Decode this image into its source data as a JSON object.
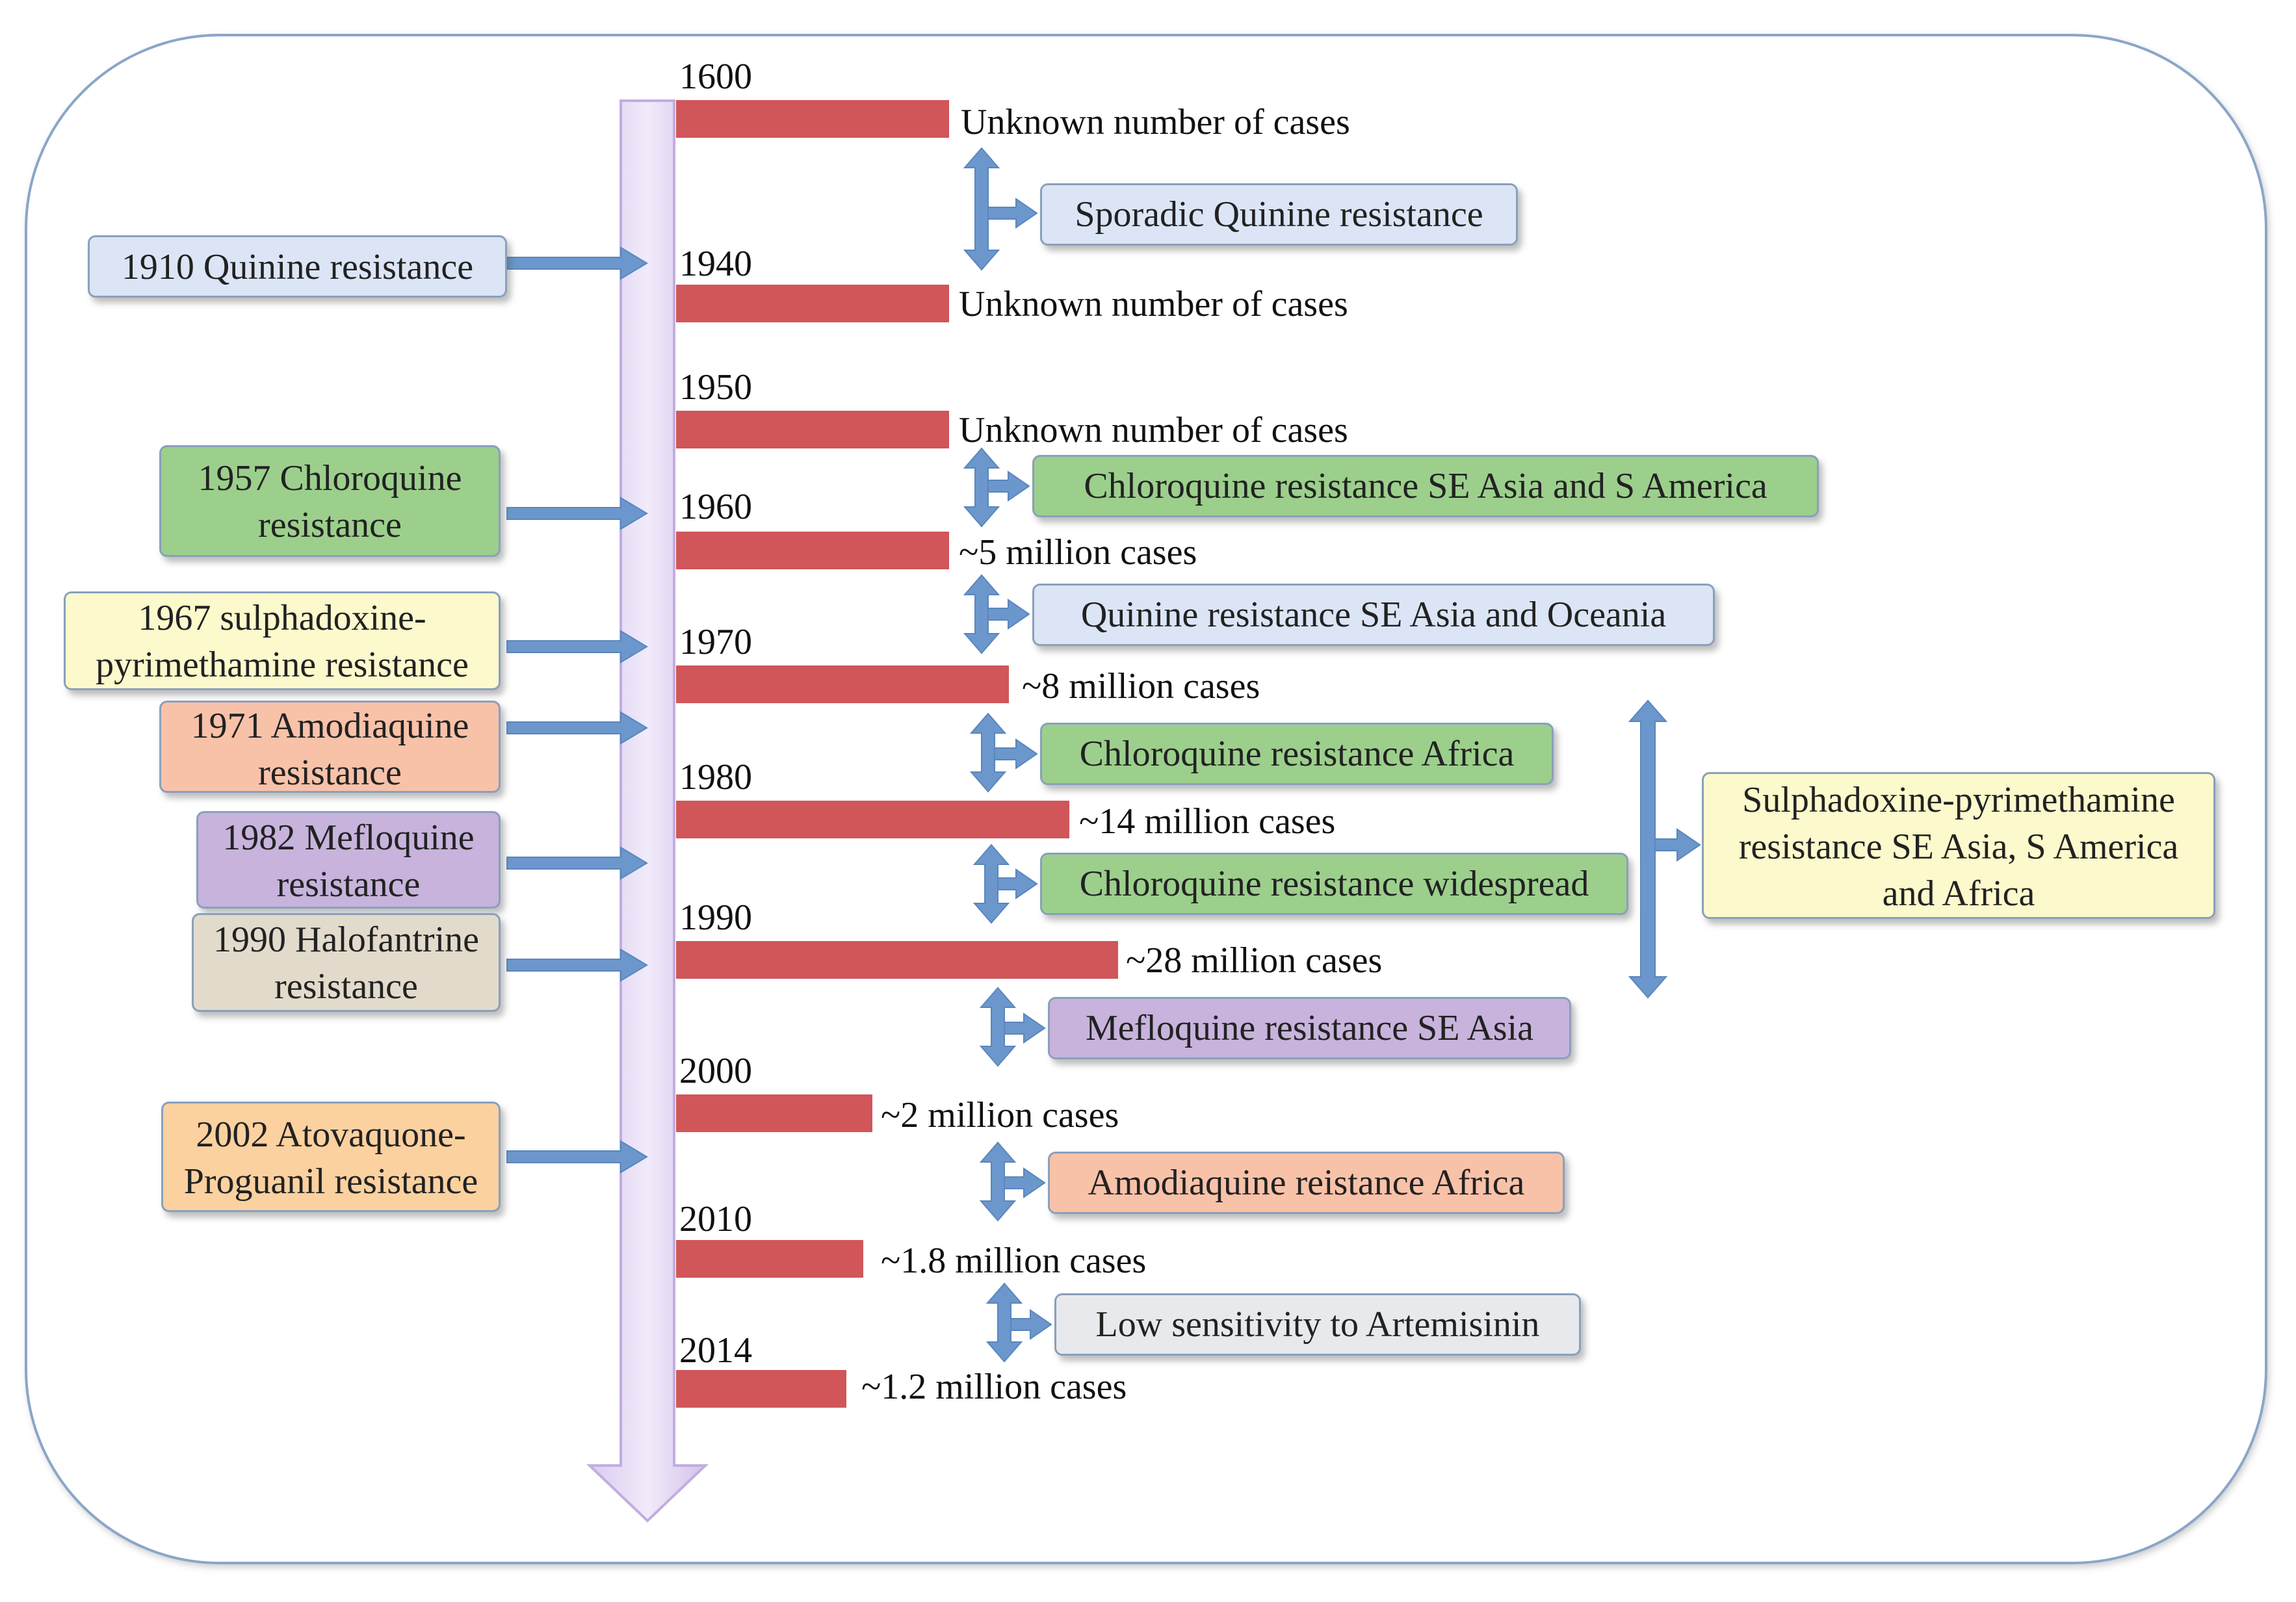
{
  "colors": {
    "timeline": "#e6dcf3",
    "timeline_border": "#c1ade0",
    "bar": "#d0565a",
    "arrow": "#6b97cc",
    "frame": "#8aa6c8",
    "blue_box": "#dbe5f5",
    "green_box": "#9ccf8c",
    "yellow_box": "#fcf9cc",
    "peach_box": "#f8c2a9",
    "purple_box": "#c7b3dc",
    "beige_box": "#e2dbcc",
    "orange_box": "#fbd1a0",
    "gray_box": "#e7e9ed"
  },
  "timeline": [
    {
      "year": "1600",
      "cases": "Unknown number of cases",
      "bar_value": 1.0
    },
    {
      "year": "1940",
      "cases": "Unknown number of cases",
      "bar_value": 1.0
    },
    {
      "year": "1950",
      "cases": "Unknown number of cases",
      "bar_value": 1.0
    },
    {
      "year": "1960",
      "cases": "~5 million cases",
      "bar_value": 5
    },
    {
      "year": "1970",
      "cases": "~8 million cases",
      "bar_value": 8
    },
    {
      "year": "1980",
      "cases": "~14 million cases",
      "bar_value": 14
    },
    {
      "year": "1990",
      "cases": "~28 million cases",
      "bar_value": 28
    },
    {
      "year": "2000",
      "cases": "~2 million cases",
      "bar_value": 2
    },
    {
      "year": "2010",
      "cases": "~1.8 million cases",
      "bar_value": 1.8
    },
    {
      "year": "2014",
      "cases": "~1.2 million cases",
      "bar_value": 1.2
    }
  ],
  "left_events": [
    {
      "lines": [
        "1910 Quinine resistance"
      ],
      "color": "#dbe5f5"
    },
    {
      "lines": [
        "1957 Chloroquine",
        "resistance"
      ],
      "color": "#9ccf8c"
    },
    {
      "lines": [
        "1967 sulphadoxine-",
        "pyrimethamine resistance"
      ],
      "color": "#fcf9cc"
    },
    {
      "lines": [
        "1971 Amodiaquine",
        "resistance"
      ],
      "color": "#f8c2a9"
    },
    {
      "lines": [
        "1982 Mefloquine",
        "resistance"
      ],
      "color": "#c7b3dc"
    },
    {
      "lines": [
        "1990 Halofantrine",
        "resistance"
      ],
      "color": "#e2dbcc"
    },
    {
      "lines": [
        "2002 Atovaquone-",
        "Proguanil resistance"
      ],
      "color": "#fbd1a0"
    }
  ],
  "right_events": [
    {
      "text": "Sporadic Quinine resistance",
      "color": "#dbe5f5"
    },
    {
      "text": "Chloroquine resistance SE Asia and S America",
      "color": "#9ccf8c"
    },
    {
      "text": "Quinine resistance SE Asia and Oceania",
      "color": "#dbe5f5"
    },
    {
      "text": "Chloroquine resistance Africa",
      "color": "#9ccf8c"
    },
    {
      "text": "Chloroquine resistance widespread",
      "color": "#9ccf8c"
    },
    {
      "text": "Mefloquine resistance SE Asia",
      "color": "#c7b3dc"
    },
    {
      "text": "Amodiaquine reistance Africa",
      "color": "#f8c2a9"
    },
    {
      "text": "Low sensitivity to Artemisinin",
      "color": "#e7e9ed"
    }
  ],
  "far_right_event": {
    "lines": [
      "Sulphadoxine-pyrimethamine",
      "resistance SE Asia, S America",
      "and Africa"
    ],
    "color": "#fcf9cc"
  }
}
